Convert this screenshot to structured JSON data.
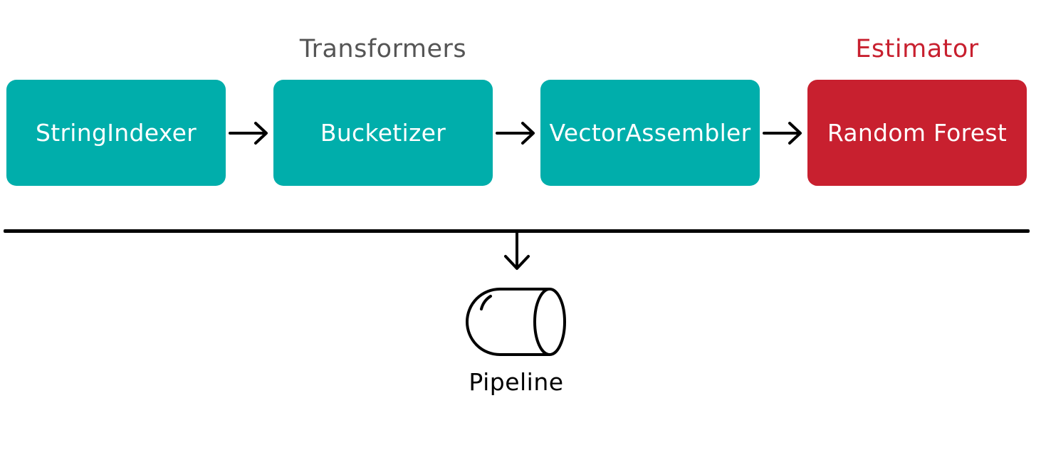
{
  "labels": {
    "transformers": "Transformers",
    "estimator": "Estimator"
  },
  "stages": [
    {
      "label": "StringIndexer",
      "kind": "transformer"
    },
    {
      "label": "Bucketizer",
      "kind": "transformer"
    },
    {
      "label": "VectorAssembler",
      "kind": "transformer"
    },
    {
      "label": "Random Forest",
      "kind": "estimator"
    }
  ],
  "pipeline": {
    "label": "Pipeline",
    "icon": "cylinder-icon"
  },
  "colors": {
    "transformer": "#00aeab",
    "estimator": "#c8202f",
    "transformers_label": "#555555",
    "estimator_label": "#c8202f",
    "line": "#000000"
  }
}
